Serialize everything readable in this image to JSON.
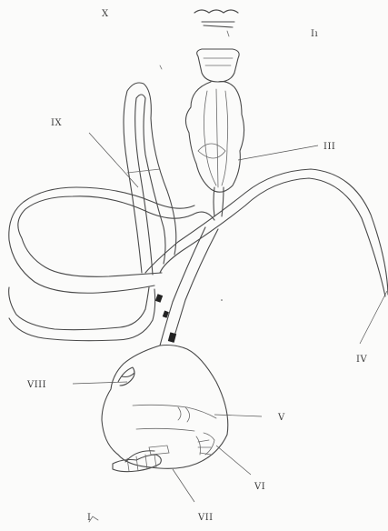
{
  "figure": {
    "labels": {
      "x": "X",
      "ii": "Iı",
      "ix": "IX",
      "iii": "III",
      "iv": "IV",
      "viii": "VIII",
      "v": "V",
      "vi": "VI",
      "vii": "VII",
      "i": "I"
    },
    "colors": {
      "ink": "#4a4a4a",
      "paper": "#fbfbfa"
    }
  }
}
